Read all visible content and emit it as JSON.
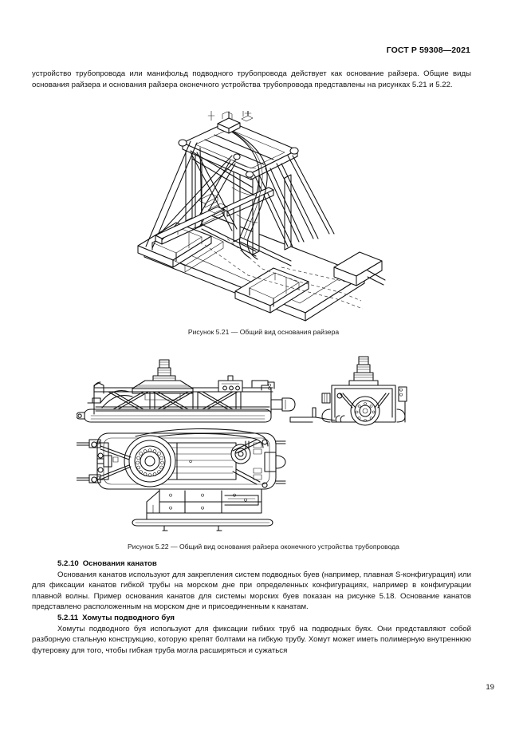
{
  "document": {
    "header": "ГОСТ Р 59308—2021",
    "page_number": "19",
    "language": "ru"
  },
  "intro_paragraph": {
    "text": "устройство трубопровода или манифольд подводного трубопровода действует как основание райзера. Общие виды основания райзера и основания райзера оконечного устройства трубопровода представлены на рисунках 5.21 и 5.22."
  },
  "figures": [
    {
      "id": "5.21",
      "caption": "Рисунок 5.21 — Общий вид основания райзера",
      "alt": "Изометрический чертёж основания райзера: ферменная рама на опорной плите с грунтовыми матами и гибкой трубой"
    },
    {
      "id": "5.22",
      "caption": "Рисунок 5.22 — Общий вид основания райзера оконечного устройства трубопровода",
      "alt": "Чертёж основания райзера оконечного устройства трубопровода: вид сбоку, вид с торца и вид сверху"
    }
  ],
  "sections": [
    {
      "number": "5.2.10",
      "title": "Основания канатов",
      "body": "Основания канатов используют для закрепления систем подводных буев (например, плавная S-конфигурация) или для фиксации канатов гибкой трубы на морском дне при определенных конфигурациях, например в конфигурации плавной волны. Пример основания канатов для системы морских буев показан на рисунке 5.18. Основание канатов представлено расположенным на морском дне и присоединенным к канатам."
    },
    {
      "number": "5.2.11",
      "title": "Хомуты подводного буя",
      "body": "Хомуты подводного буя используют для фиксации гибких труб на подводных буях. Они представляют собой разборную стальную конструкцию, которую крепят болтами на гибкую трубу. Хомут может иметь полимерную внутреннюю футеровку для того, чтобы гибкая труба могла расширяться и сужаться"
    }
  ],
  "colors": {
    "page_background": "#ffffff",
    "text": "#141414",
    "header_text": "#0d0d0d",
    "line_art": "#111111"
  }
}
